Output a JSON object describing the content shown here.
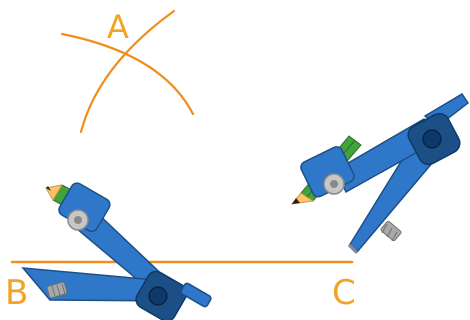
{
  "diagram": {
    "title": "",
    "labels": {
      "a": "A",
      "b": "B",
      "c": "C"
    },
    "colors": {
      "construction_orange": "#F28C1B",
      "label_orange": "#F2A323",
      "compass_blue": "#2F78C9",
      "compass_blue_dark": "#1D4F87",
      "hinge_navy": "#0E3868",
      "screw_gray": "#9A9A9A",
      "pencil_green": "#43A33B",
      "pencil_tip": "#FFC56B"
    },
    "icons": {
      "left_compass": "compass-icon",
      "right_compass": "compass-icon"
    }
  }
}
